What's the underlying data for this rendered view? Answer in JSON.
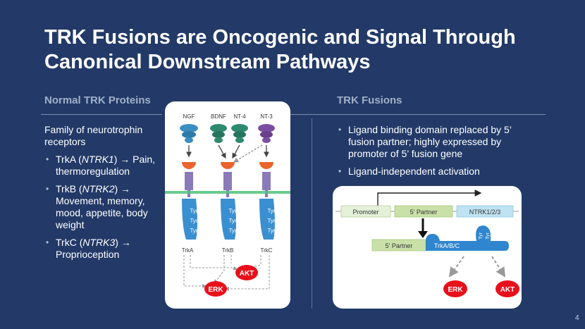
{
  "title": "TRK Fusions are Oncogenic and Signal Through Canonical Downstream Pathways",
  "left": {
    "heading": "Normal TRK Proteins",
    "intro": "Family of neurotrophin receptors",
    "bullets": [
      {
        "name": "TrkA (",
        "gene": "NTRK1",
        "suffix": ") → Pain, thermoregulation"
      },
      {
        "name": "TrkB (",
        "gene": "NTRK2",
        "suffix": ") → Movement, memory, mood, appetite, body weight"
      },
      {
        "name": "TrkC (",
        "gene": "NTRK3",
        "suffix": ") → Proprioception"
      }
    ]
  },
  "right": {
    "heading": "TRK Fusions",
    "bullets": [
      "Ligand binding domain replaced by 5’ fusion partner; highly expressed by promoter of 5’ fusion gene",
      "Ligand-independent activation"
    ]
  },
  "normal_diagram": {
    "ligands": [
      "NGF",
      "BDNF",
      "NT-4",
      "NT-3"
    ],
    "tyr_label": "Tyr",
    "receptors": [
      "TrkA",
      "TrkB",
      "TrkC"
    ],
    "akt": "AKT",
    "erk": "ERK",
    "colors": {
      "ngf": "#3a8fc0",
      "bdnf": "#2e8a6e",
      "nt3": "#7b4fa0",
      "ligand_binding": "#e8642c",
      "transmembrane": "#8b7ab8",
      "kinase": "#3a8fd0",
      "membrane": "#4fc27a",
      "node": "#e8101a"
    }
  },
  "fusion_diagram": {
    "promoter": "Promoter",
    "partner": "5’ Partner",
    "ntrk": "NTRK1/2/3",
    "protein_partner": "5’ Partner",
    "protein_trk": "TrkA/B/C",
    "tyr_label": "Tyr",
    "erk": "ERK",
    "akt": "AKT",
    "colors": {
      "promoter_bg": "#e4f1d8",
      "partner_bg": "#c9e1a8",
      "ntrk_bg": "#bfe3f2",
      "protein_kinase": "#2f86cf",
      "node": "#e8101a"
    }
  },
  "page_number": "4"
}
